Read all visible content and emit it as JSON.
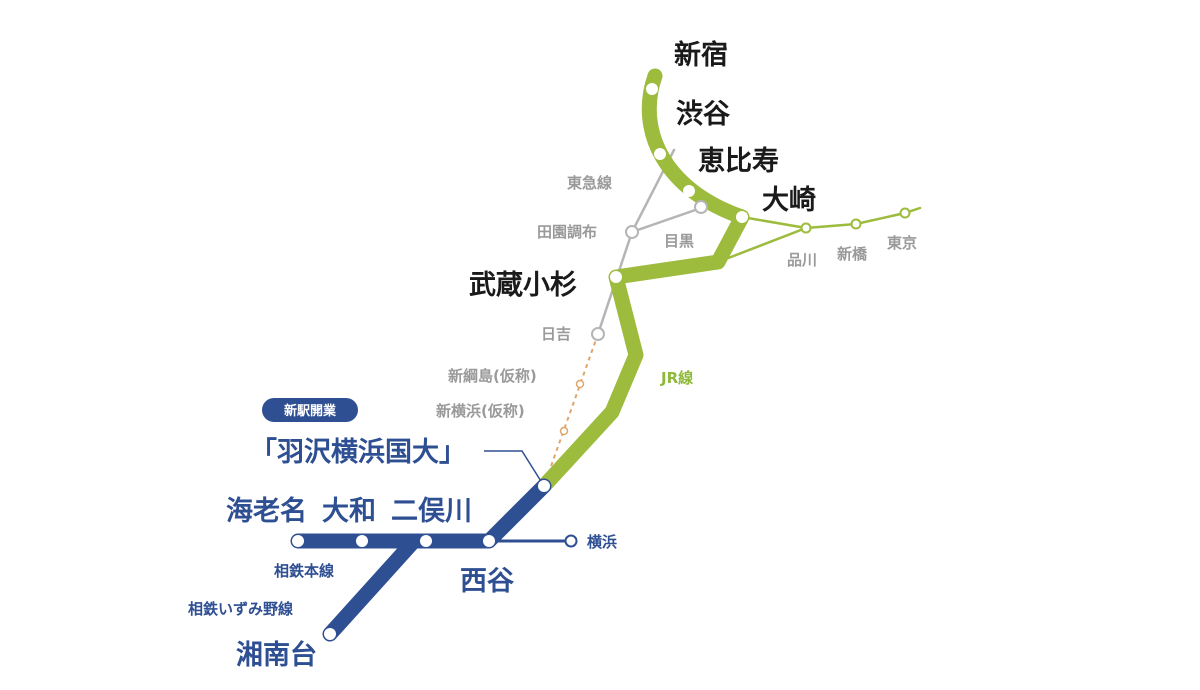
{
  "colors": {
    "jr_line": "#9dbb3d",
    "sotetsu": "#2f4f93",
    "gray_line": "#b5b5b5",
    "planned_dash": "#e0a56b",
    "text_dark": "#1a1a1a",
    "text_gray": "#9a9a9a"
  },
  "badge": {
    "label": "新駅開業"
  },
  "stations": {
    "shinjuku": "新宿",
    "shibuya": "渋谷",
    "ebisu": "恵比寿",
    "osaki": "大崎",
    "musashikosugi": "武蔵小杉",
    "hazawa": "「羽沢横浜国大」",
    "ebina": "海老名",
    "yamato": "大和",
    "futamatagawa": "二俣川",
    "nishiya": "西谷",
    "shonandai": "湘南台",
    "tokyu_line": "東急線",
    "denenchofu": "田園調布",
    "meguro": "目黒",
    "shinagawa": "品川",
    "shimbashi": "新橋",
    "tokyo": "東京",
    "hiyoshi": "日吉",
    "shintsunashima": "新綱島(仮称)",
    "shinyokohama": "新横浜(仮称)",
    "jr_line": "JR線",
    "yokohama": "横浜",
    "sotetsu_main": "相鉄本線",
    "sotetsu_izumino": "相鉄いずみ野線"
  }
}
